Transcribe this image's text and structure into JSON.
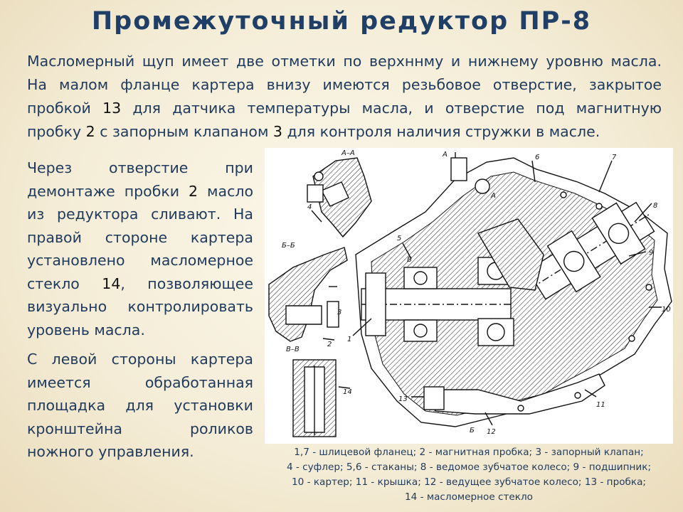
{
  "title": "Промежуточный редуктор ПР-8",
  "intro": {
    "l1": "Масломерный щуп имеет две отметки по верхннму и нижнему уровню масла.",
    "l2": "На малом фланце картера внизу имеются резьбовое отверстие, закрытое",
    "l3a": "пробкой ",
    "l3n": "13",
    "l3b": " для датчика температуры масла, и отверстие под магнитную",
    "l4a": "пробку ",
    "l4n1": "2",
    "l4b": " с запорным клапаном ",
    "l4n2": "3",
    "l4c": " для контроля наличия стружки в масле."
  },
  "left": {
    "p1": {
      "l1": "Через отверстие при",
      "l2a": "демонтаже пробки ",
      "l2n": "2",
      "l2b": " масло",
      "l3": "из редуктора сливают. На",
      "l4": "правой стороне картера",
      "l5": "установлено масломерное",
      "l6a": "стекло ",
      "l6n": "14",
      "l6b": ", позволяющее",
      "l7": "визуально контролировать",
      "l8": "уровень масла."
    },
    "p2": {
      "l1": "С левой стороны картера",
      "l2": "имеется обработанная",
      "l3": "площадка для установки",
      "l4": "кронштейна роликов",
      "l5": "ножного управления."
    }
  },
  "drawing": {
    "section_aa": "А–А",
    "section_bb": "Б–Б",
    "section_vv": "В–В",
    "mark_a": "А",
    "mark_b": "Б",
    "labels": [
      "1",
      "2",
      "3",
      "4",
      "5",
      "6",
      "7",
      "8",
      "9",
      "10",
      "11",
      "12",
      "13",
      "14"
    ]
  },
  "caption": {
    "l1": "1,7 - шлицевой фланец; 2 - магнитная пробка; 3 - запорный клапан;",
    "l2": "4 - суфлер; 5,6 - стаканы; 8 - ведомое зубчатое колесо; 9 - подшипник;",
    "l3": "10 - картер; 11 - крышка; 12 - ведущее зубчатое колесо; 13 - пробка;",
    "l4": "14 - масломерное стекло"
  },
  "colors": {
    "text": "#1f3a5c",
    "title": "#1f3f66",
    "background": "#f4ecd6"
  }
}
